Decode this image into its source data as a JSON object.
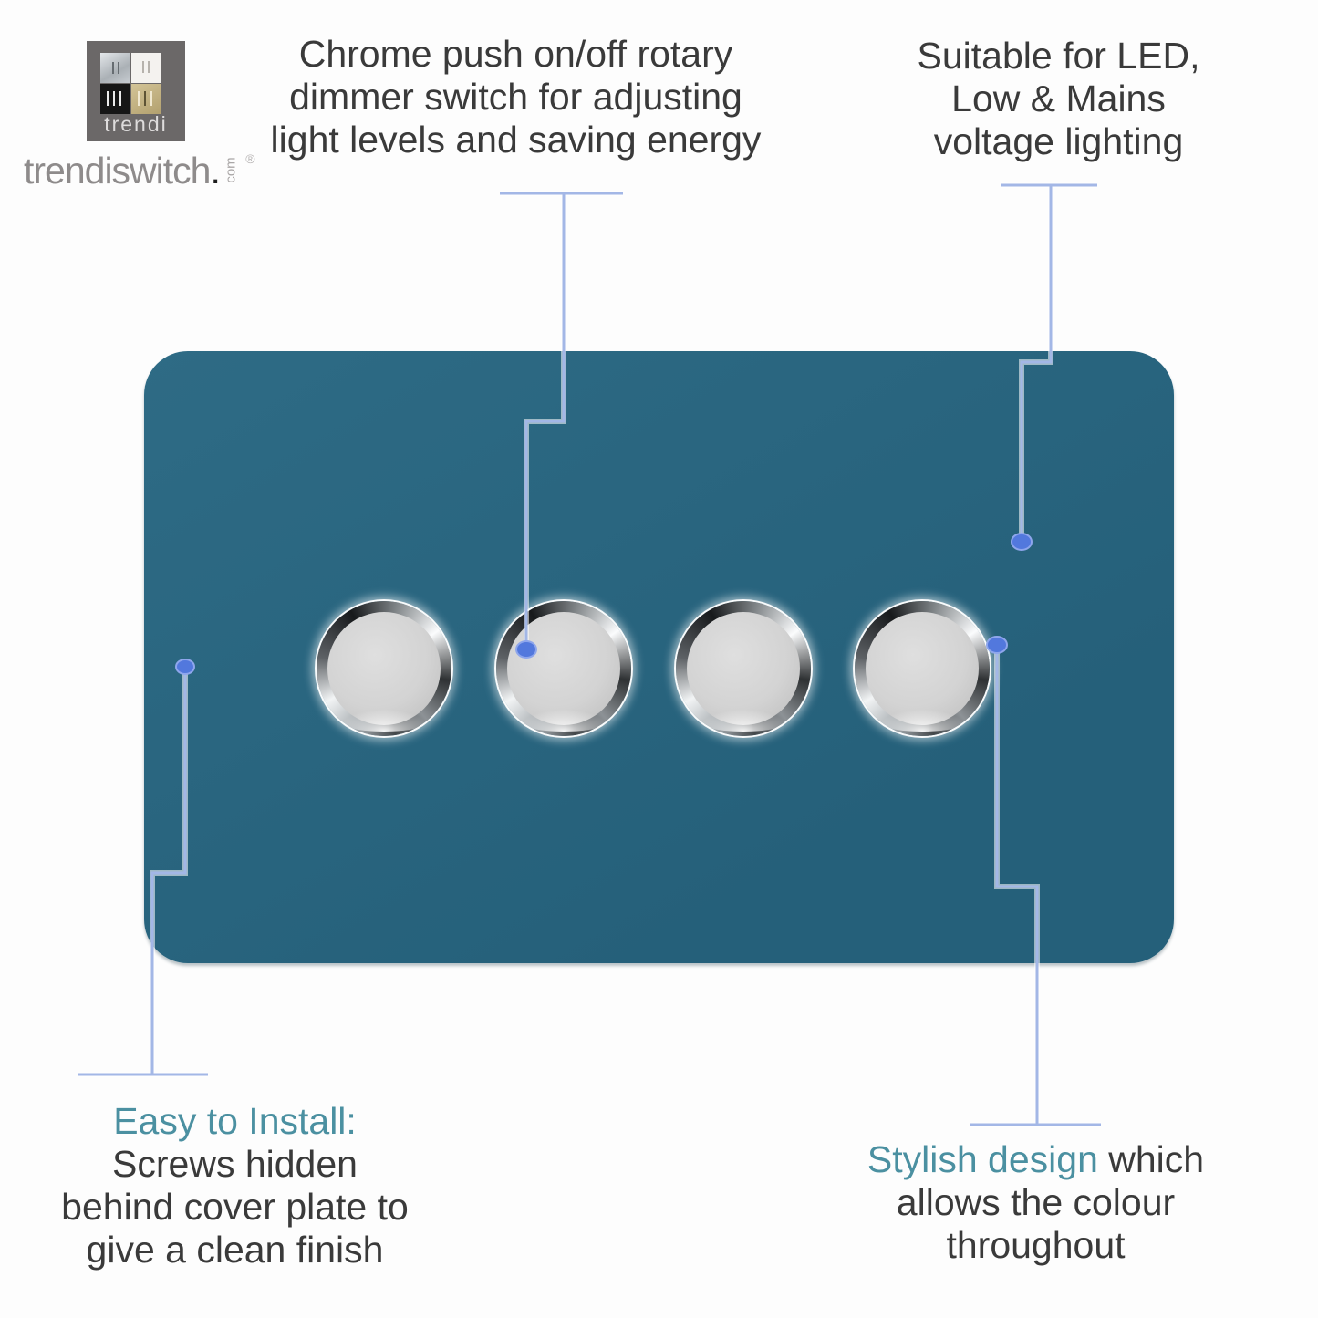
{
  "colors": {
    "background": "#fdfdfd",
    "plate_teal": "#25607a",
    "plate_teal_light": "#2e6b85",
    "callout_line": "#a3b7e6",
    "callout_dot": "#5278dd",
    "accent_teal_text": "#4b90a1",
    "body_text": "#3a3a3a",
    "logo_square_gray": "#6b6868",
    "wordmark_gray": "#8e8b8b"
  },
  "logo": {
    "square_label": "trendi",
    "wordmark": "trendiswitch",
    "wordmark_dot": ".",
    "wordmark_domain": "com",
    "registered_mark": "®"
  },
  "captions": {
    "top_center": {
      "lines": [
        "Chrome push on/off rotary",
        "dimmer switch for adjusting",
        "light levels and saving energy"
      ]
    },
    "top_right": {
      "lines": [
        "Suitable for LED,",
        "Low & Mains",
        "voltage lighting"
      ]
    },
    "bottom_left": {
      "heading": "Easy to Install:",
      "lines": [
        "Screws hidden",
        "behind cover plate to",
        "give a clean finish"
      ]
    },
    "bottom_right": {
      "heading_accent": "Stylish design",
      "heading_rest": " which",
      "lines": [
        "allows the colour",
        "throughout"
      ]
    }
  },
  "switch_plate": {
    "knob_count": 4
  }
}
